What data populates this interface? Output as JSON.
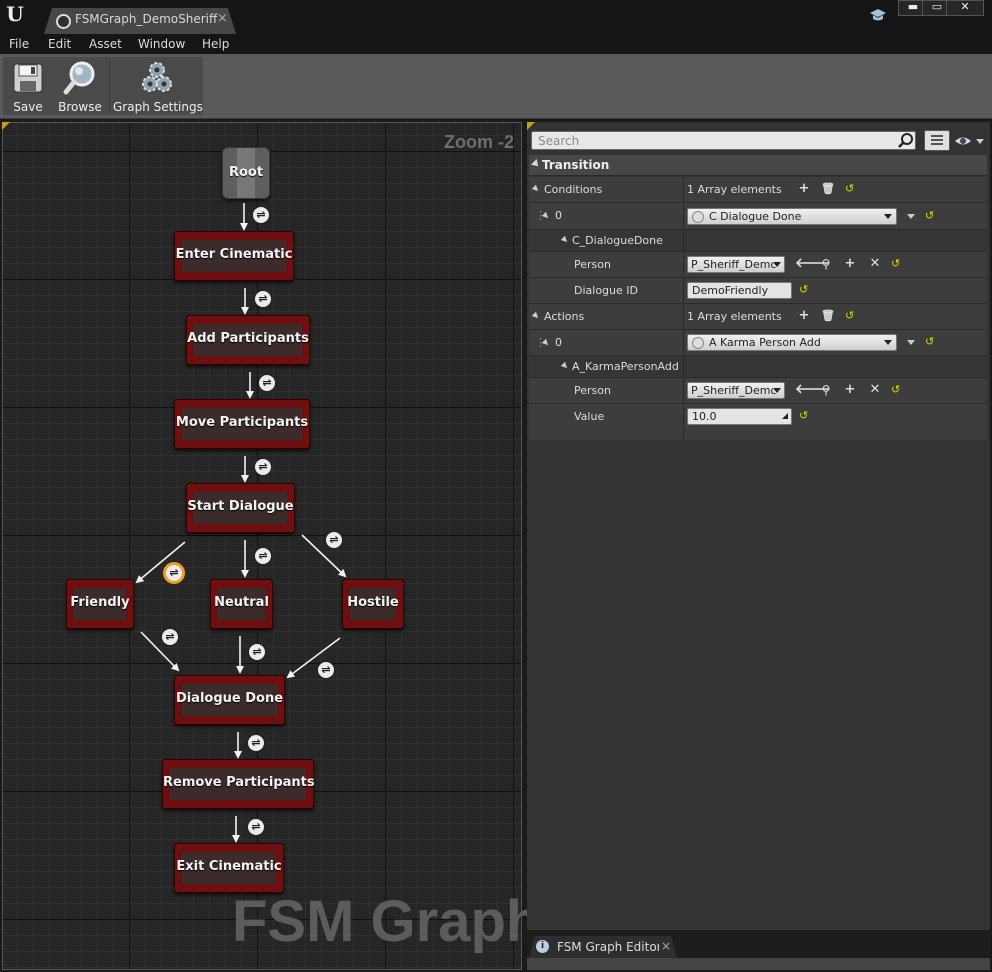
{
  "window": {
    "tab_title": "FSMGraph_DemoSheriff",
    "close_glyph": "×",
    "minimize_glyph": "▬",
    "maximize_glyph": "▭",
    "close_window_glyph": "✕"
  },
  "menu": [
    "File",
    "Edit",
    "Asset",
    "Window",
    "Help"
  ],
  "toolbar": {
    "save_label": "Save",
    "browse_label": "Browse",
    "graph_settings_label": "Graph Settings"
  },
  "graph": {
    "zoom_label": "Zoom -2",
    "watermark": "FSM Graph",
    "nodes": {
      "root": "Root",
      "enter_cinematic": "Enter Cinematic",
      "add_participants": "Add Participants",
      "move_participants": "Move Participants",
      "start_dialogue": "Start Dialogue",
      "friendly": "Friendly",
      "neutral": "Neutral",
      "hostile": "Hostile",
      "dialogue_done": "Dialogue Done",
      "remove_participants": "Remove Participants",
      "exit_cinematic": "Exit Cinematic"
    },
    "transition_glyph": "⇌"
  },
  "details": {
    "search_placeholder": "Search",
    "section_title": "Transition",
    "conditions": {
      "label": "Conditions",
      "count": "1 Array elements",
      "index": "0",
      "selected_class": "C Dialogue Done",
      "struct_name": "C_DialogueDone",
      "person_label": "Person",
      "person_value": "P_Sheriff_Demo",
      "dialogue_id_label": "Dialogue ID",
      "dialogue_id_value": "DemoFriendly"
    },
    "actions": {
      "label": "Actions",
      "count": "1 Array elements",
      "index": "0",
      "selected_class": "A Karma Person Add",
      "struct_name": "A_KarmaPersonAdd",
      "person_label": "Person",
      "person_value": "P_Sheriff_Demo",
      "value_label": "Value",
      "value_value": "10.0"
    }
  },
  "bottom_tab": {
    "label": "FSM Graph Editor S",
    "close_glyph": "×"
  },
  "colors": {
    "node_red": "#6e1010",
    "node_root": "#5e5e5e",
    "selection_orange": "#f0a020",
    "reset_yellow": "#d8d800",
    "panel_corner": "#c8a018"
  }
}
